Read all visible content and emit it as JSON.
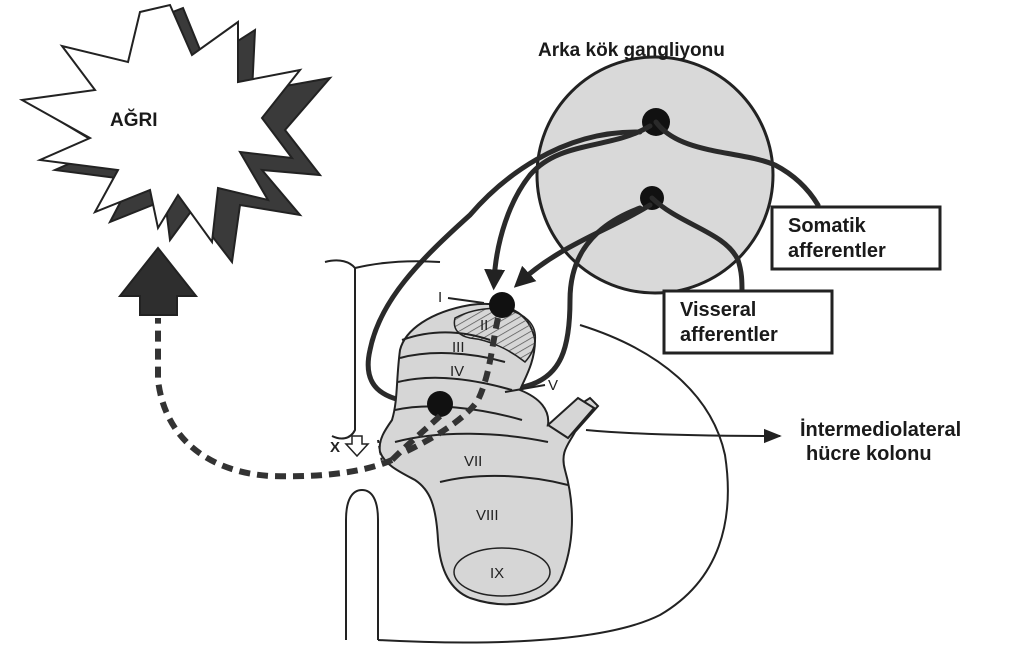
{
  "labels": {
    "pain": "AĞRI",
    "ganglion": "Arka kök gangliyonu",
    "somatic_line1": "Somatik",
    "somatic_line2": "afferentler",
    "visceral_line1": "Visseral",
    "visceral_line2": "afferentler",
    "iml_line1": "İntermediolateral",
    "iml_line2": "hücre kolonu"
  },
  "laminae": [
    "I",
    "II",
    "III",
    "IV",
    "V",
    "VII",
    "VIII",
    "IX",
    "X"
  ],
  "colors": {
    "ink": "#222222",
    "grey_matter": "#d6d6d6",
    "ganglion_fill": "#d9d9d9",
    "burst_shadow": "#3a3a3a"
  }
}
